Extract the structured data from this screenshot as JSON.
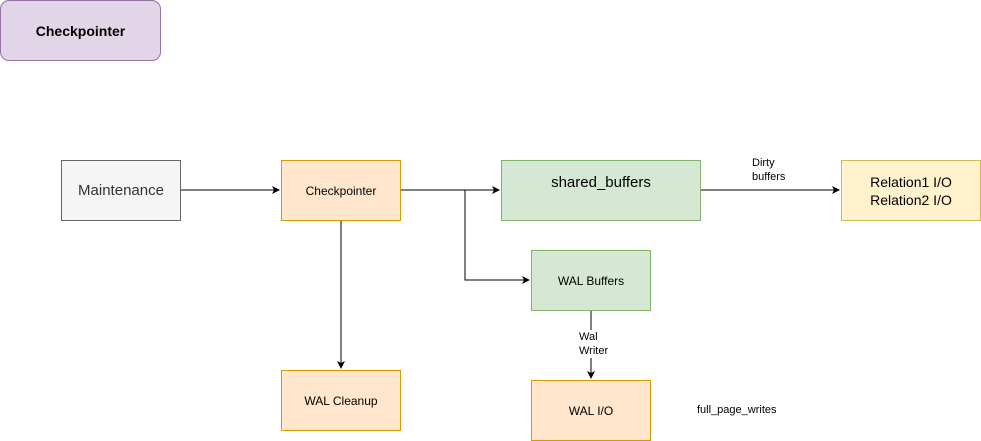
{
  "title": "Checkpointer",
  "nodes": {
    "maintenance": "Maintenance",
    "checkpointer": "Checkpointer",
    "shared_buffers": "shared_buffers",
    "relation_io": [
      "Relation1 I/O",
      "Relation2 I/O"
    ],
    "wal_buffers": "WAL Buffers",
    "wal_cleanup": "WAL Cleanup",
    "wal_io": "WAL I/O"
  },
  "labels": {
    "dirty_buffers": [
      "Dirty",
      "buffers"
    ],
    "wal_writer": [
      "Wal",
      "Writer"
    ],
    "full_page_writes": "full_page_writes"
  },
  "colors": {
    "purple_fill": "#e1d5e7",
    "orange_fill": "#ffe6cc",
    "green_fill": "#d5e8d4",
    "yellow_fill": "#fff2cc",
    "gray_fill": "#f5f5f5"
  }
}
